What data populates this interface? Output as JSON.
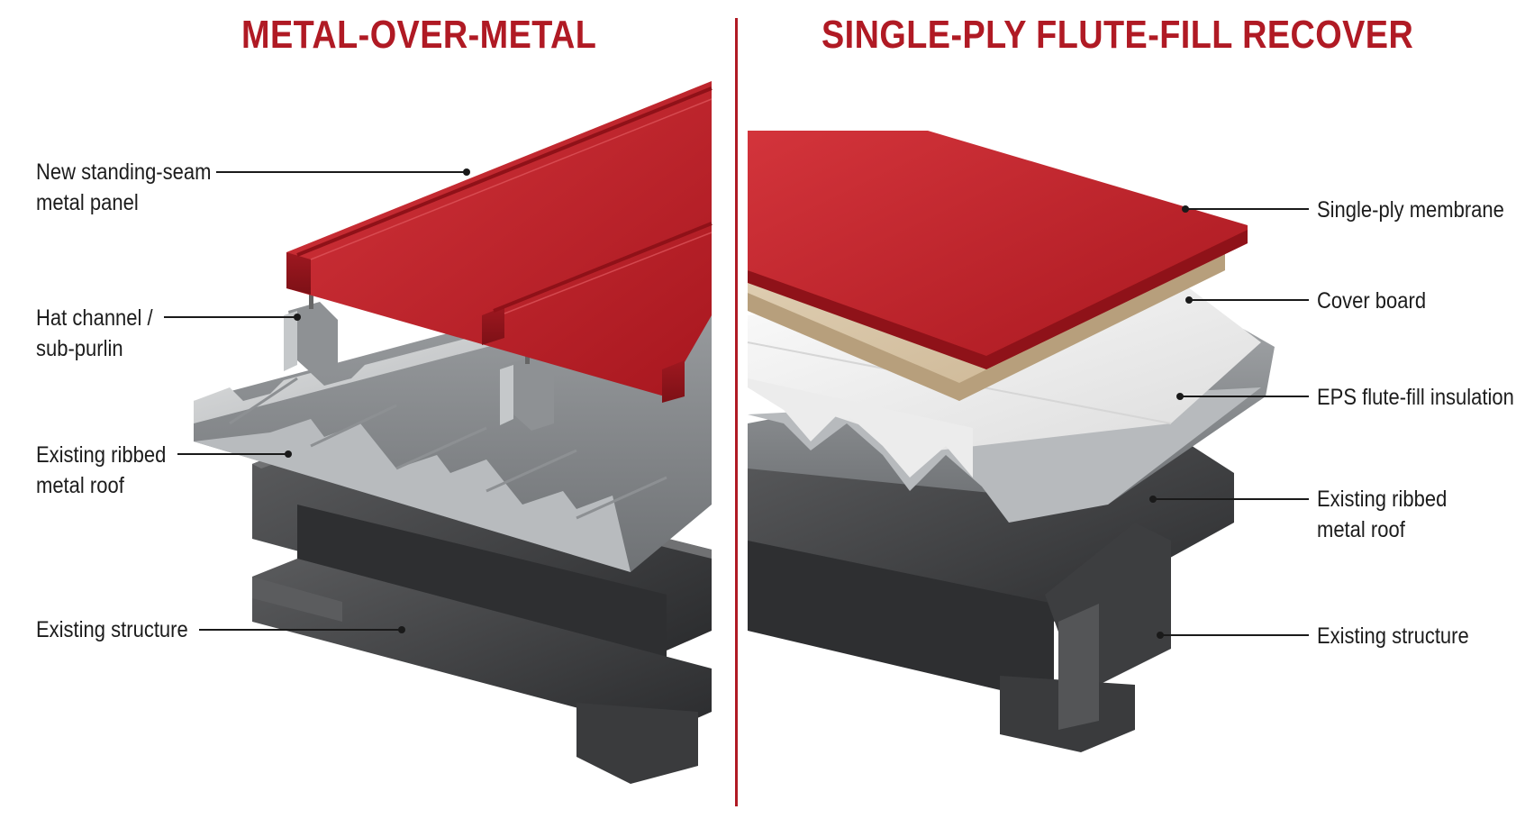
{
  "colors": {
    "accent": "#b01a24",
    "panel_red": "#c8262f",
    "steel_light": "#c9cbcd",
    "steel_dark": "#3b3c3e",
    "cover_board": "#d9c6a8",
    "eps_white": "#f1f1f0"
  },
  "left": {
    "title": "METAL-OVER-METAL",
    "labels": {
      "panel": [
        "New standing-seam",
        "metal panel"
      ],
      "hat_channel": [
        "Hat channel /",
        "sub-purlin"
      ],
      "ribbed_roof": [
        "Existing ribbed",
        "metal roof"
      ],
      "structure": [
        "Existing structure"
      ]
    }
  },
  "right": {
    "title": "SINGLE-PLY FLUTE-FILL RECOVER",
    "labels": {
      "membrane": [
        "Single-ply membrane"
      ],
      "cover_board": [
        "Cover board"
      ],
      "eps": [
        "EPS flute-fill insulation"
      ],
      "ribbed_roof": [
        "Existing ribbed",
        "metal roof"
      ],
      "structure": [
        "Existing structure"
      ]
    }
  }
}
